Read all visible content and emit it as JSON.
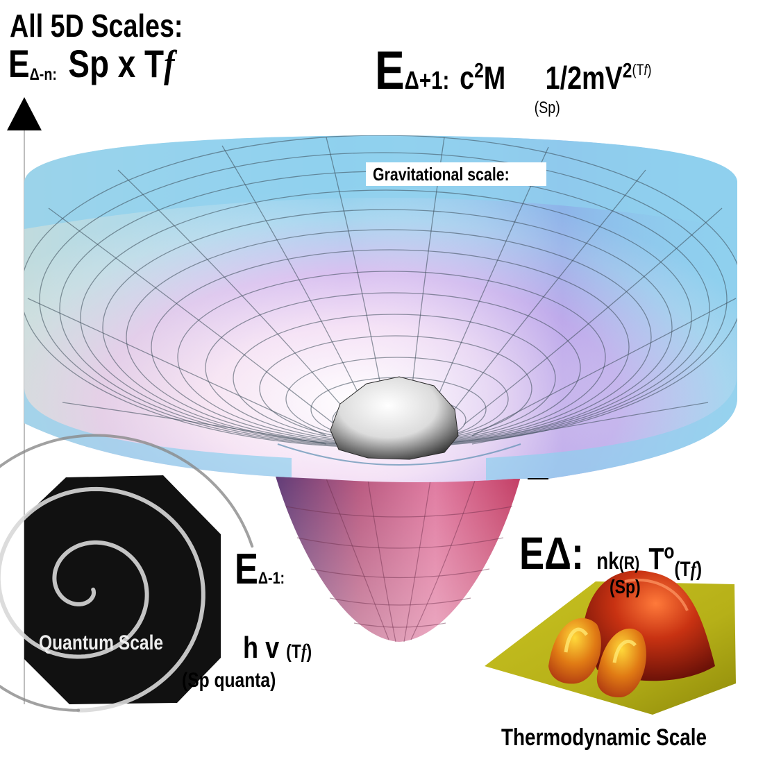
{
  "title": {
    "line1": "All 5D Scales:",
    "line2_E": "E",
    "line2_sub": "Δ-n:",
    "line2_formula_a": "Sp x T",
    "line2_formula_f": "f"
  },
  "gravitational": {
    "E": "E",
    "sub": "Δ+1:",
    "c": "c",
    "c_exp": "2",
    "M": "M",
    "M_sub": "(Sp)",
    "kinetic": "1/2mV",
    "kinetic_exp": "2",
    "kinetic_sub": "(T",
    "kinetic_sub_f": "f",
    "kinetic_sub_end": ")",
    "label": "Gravitational scale:"
  },
  "quantum": {
    "E": "E",
    "sub": "Δ-1:",
    "hv": "h v",
    "tf_open": "(T",
    "tf_f": "f",
    "tf_close": ")",
    "sp_quanta": "(Sp quanta)",
    "label": "Quantum Scale"
  },
  "thermodynamic": {
    "E": "E",
    "delta": "Δ:",
    "nk": "nk",
    "r": "(R)",
    "T": "T",
    "T_exp": "o",
    "tf_open": "(T",
    "tf_f": "f",
    "tf_close": ")",
    "sp": "(Sp)",
    "label": "Thermodynamic Scale"
  },
  "colors": {
    "funnel_blue": "#8fd0ee",
    "funnel_pink": "#e9a6e6",
    "funnel_violet": "#8c7fe0",
    "well_red": "#c23b62",
    "surface_yellow": "#b6b018",
    "peak_red": "#c83212"
  }
}
